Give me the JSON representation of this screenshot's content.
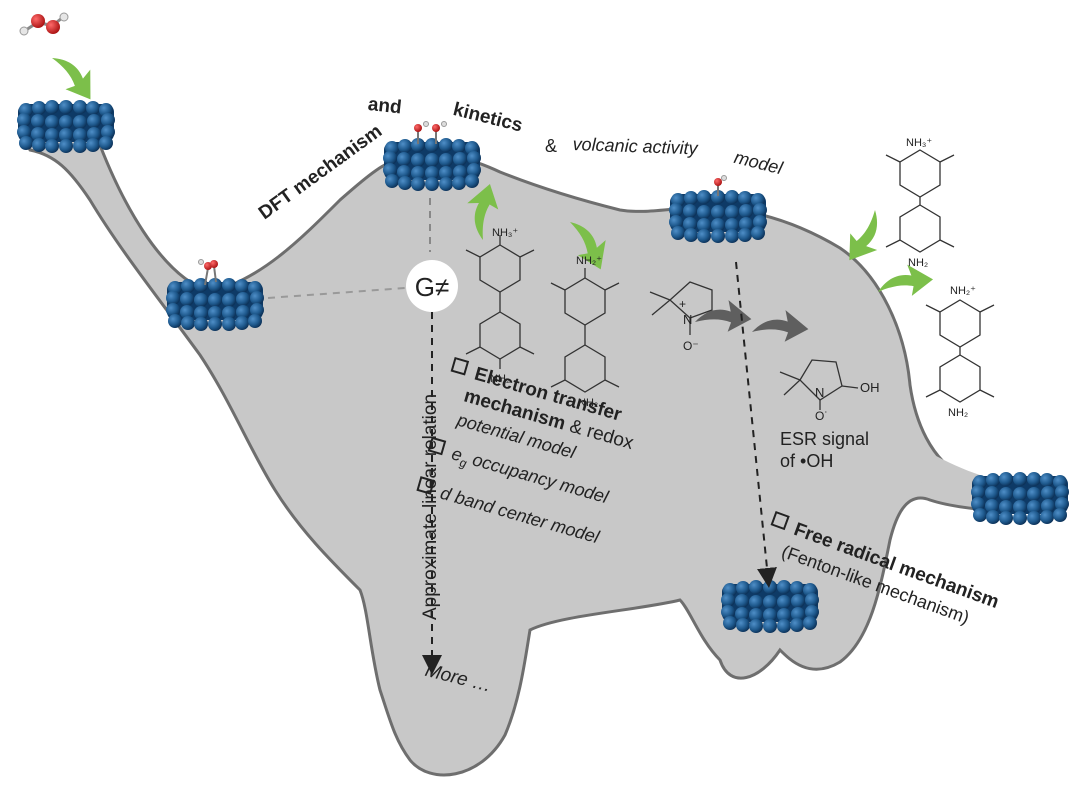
{
  "colors": {
    "body_gray": "#c8c8c8",
    "body_outline": "#6e6e6e",
    "cluster_blue": "#1f5a8e",
    "arrow_green": "#7cbf4a",
    "arrow_dark": "#5f5f5f"
  },
  "header": {
    "dft": "DFT mechanism",
    "and": "and",
    "kinetics": "kinetics",
    "amp": "&",
    "volcanic": "volcanic activity",
    "model": "model"
  },
  "g_label": "G≠",
  "relation_label": "Approximate linear relation",
  "more_label": "More …",
  "models": {
    "et_title_1": "Electron transfer",
    "et_title_2": "mechanism",
    "et_amp": "& redox",
    "et_sub": "potential model",
    "eg_e": "e",
    "eg_sub": "g",
    "eg_rest": "occupancy model",
    "dband": "d band center model"
  },
  "esr": {
    "line1": "ESR signal",
    "line2": "of •OH"
  },
  "free_radical": {
    "title": "Free radical mechanism",
    "sub": "(Fenton-like mechanism)"
  },
  "molecules": {
    "nh3_plus": "NH₃⁺",
    "nh2_plus": "NH₂⁺",
    "nh2": "NH₂",
    "n_label": "N",
    "plus": "+",
    "o_minus": "O⁻",
    "oh": "OH",
    "o_dot": "O˙"
  },
  "icons": [
    "h2o2-molecule-icon",
    "nanocluster-icon",
    "green-arrow-icon",
    "gray-arrow-icon"
  ]
}
